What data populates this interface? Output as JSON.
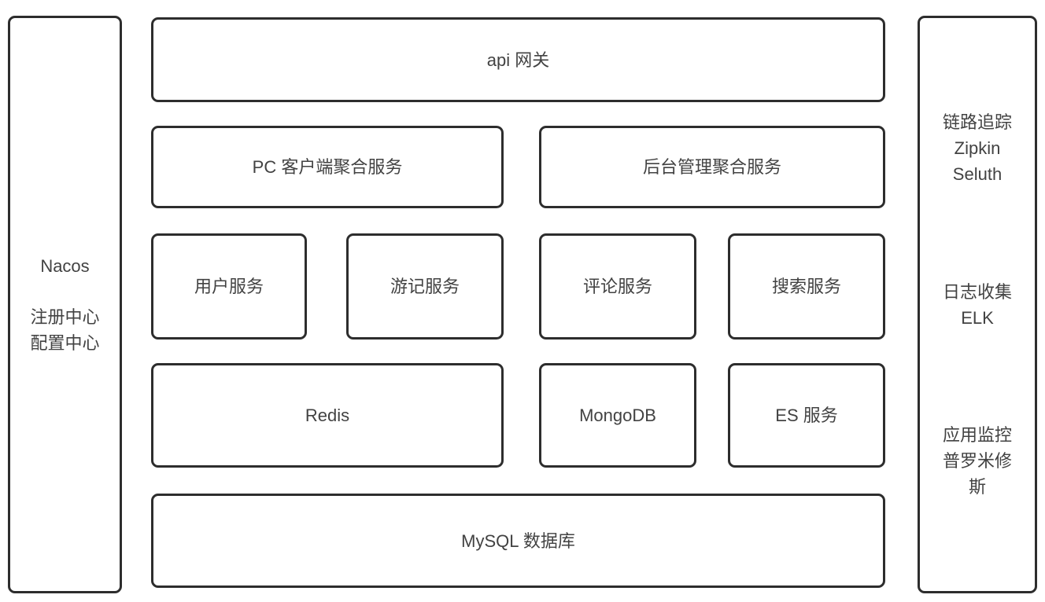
{
  "left_panel": {
    "title": "Nacos",
    "lines": [
      "注册中心",
      "配置中心"
    ]
  },
  "main": {
    "api_gateway": "api 网关",
    "aggregation": {
      "pc": "PC 客户端聚合服务",
      "admin": "后台管理聚合服务"
    },
    "services": {
      "user": "用户服务",
      "travel": "游记服务",
      "comment": "评论服务",
      "search": "搜索服务"
    },
    "storage": {
      "redis": "Redis",
      "mongodb": "MongoDB",
      "es": "ES 服务"
    },
    "database": "MySQL 数据库"
  },
  "right_panel": {
    "tracing": {
      "lines": [
        "链路追踪",
        "Zipkin",
        "Seluth"
      ]
    },
    "logging": {
      "lines": [
        "日志收集",
        "ELK"
      ]
    },
    "monitoring": {
      "lines": [
        "应用监控",
        "普罗米修斯"
      ]
    }
  },
  "colors": {
    "border": "#2d2d2d",
    "text": "#424242",
    "background": "#ffffff"
  }
}
